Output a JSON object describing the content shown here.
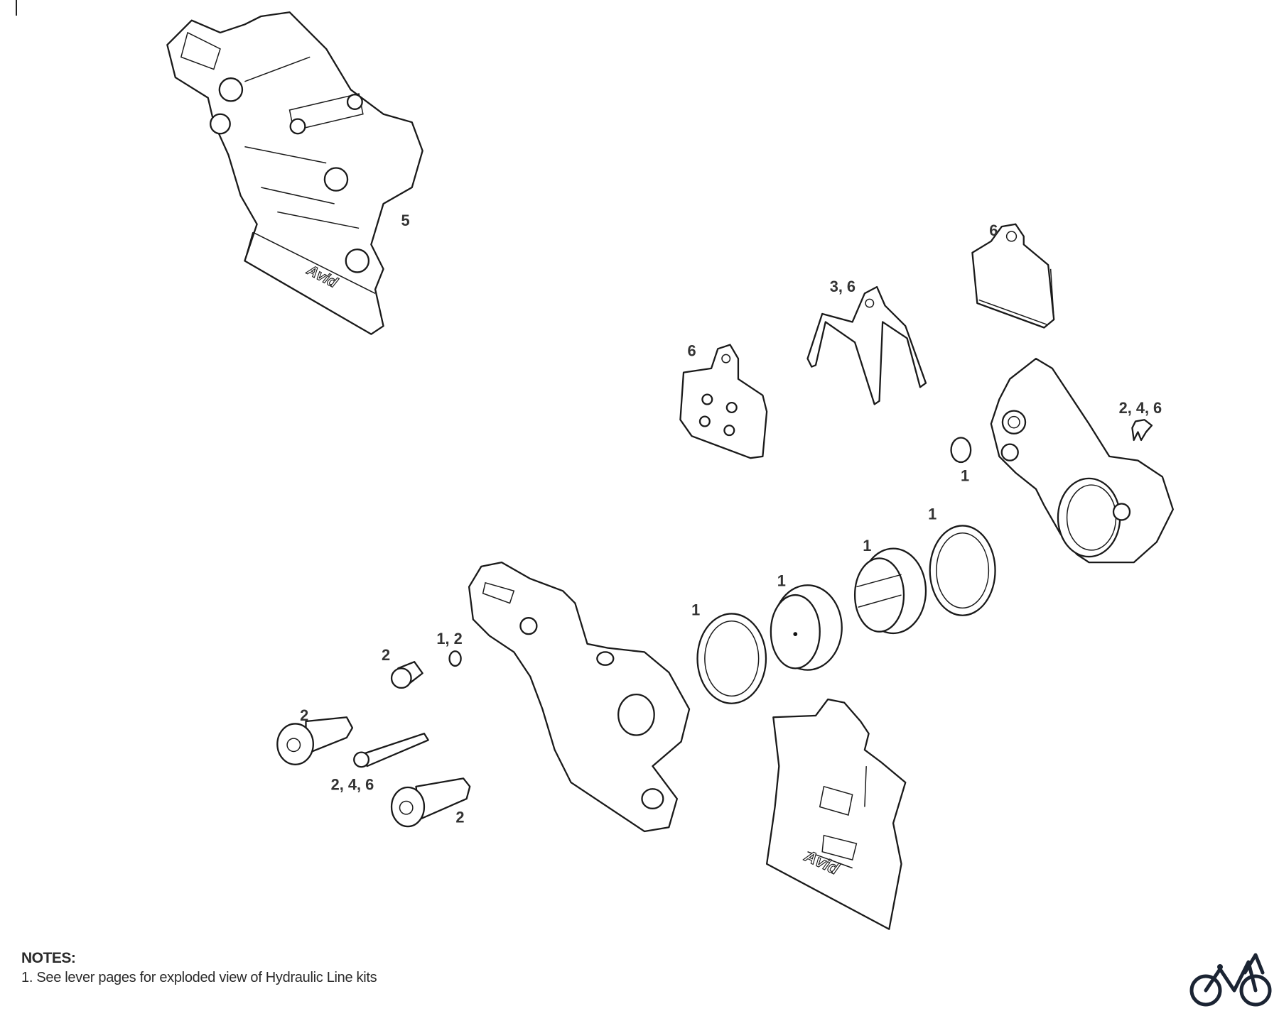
{
  "diagram": {
    "brand_mark": "Avid",
    "callouts": [
      {
        "id": "caliper-assembly",
        "text": "5"
      },
      {
        "id": "pad-right",
        "text": "6"
      },
      {
        "id": "pad-spring",
        "text": "3, 6"
      },
      {
        "id": "pad-left",
        "text": "6"
      },
      {
        "id": "pad-retainer-clip",
        "text": "2, 4, 6"
      },
      {
        "id": "small-oring",
        "text": "1"
      },
      {
        "id": "seal-right",
        "text": "1"
      },
      {
        "id": "piston-right",
        "text": "1"
      },
      {
        "id": "piston-left",
        "text": "1"
      },
      {
        "id": "seal-left",
        "text": "1"
      },
      {
        "id": "crush-washer",
        "text": "1, 2"
      },
      {
        "id": "bleed-screw",
        "text": "2"
      },
      {
        "id": "mount-bolt-upper",
        "text": "2"
      },
      {
        "id": "pad-pin",
        "text": "2, 4, 6"
      },
      {
        "id": "mount-bolt-lower",
        "text": "2"
      }
    ]
  },
  "notes": {
    "title": "NOTES:",
    "items": [
      "1. See lever pages for exploded view of Hydraulic Line kits"
    ]
  },
  "footer": {
    "icon": "bicycle-icon",
    "icon_color": "#1b2433"
  }
}
